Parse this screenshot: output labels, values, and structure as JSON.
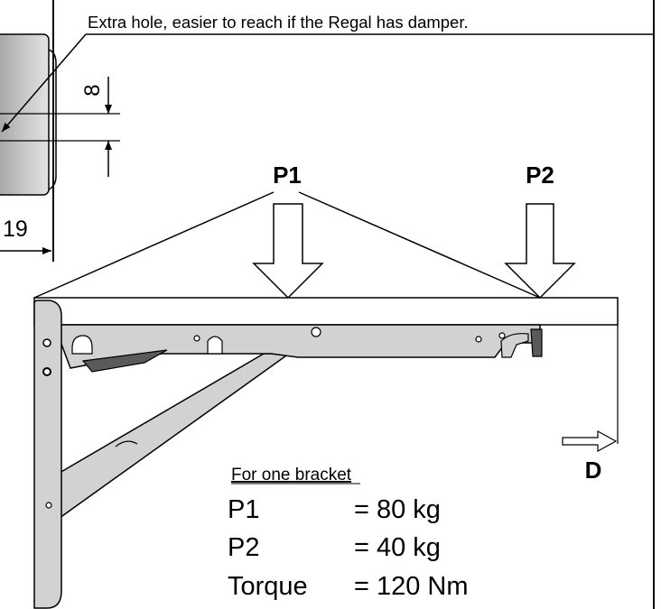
{
  "annotation": "Extra hole, easier to reach if the Regal has damper.",
  "dimensions": {
    "hole_spacing": "8",
    "edge_distance": "19"
  },
  "loads": {
    "p1_label": "P1",
    "p2_label": "P2",
    "d_label": "D"
  },
  "specs": {
    "heading": "For one bracket",
    "rows": [
      {
        "name": "P1",
        "value": "= 80 kg"
      },
      {
        "name": "P2",
        "value": "= 40 kg"
      },
      {
        "name": "Torque",
        "value": "= 120 Nm"
      }
    ]
  },
  "colors": {
    "bracket_fill": "#d2d2d2",
    "damper": "#5a5a5a",
    "line": "#000000"
  }
}
